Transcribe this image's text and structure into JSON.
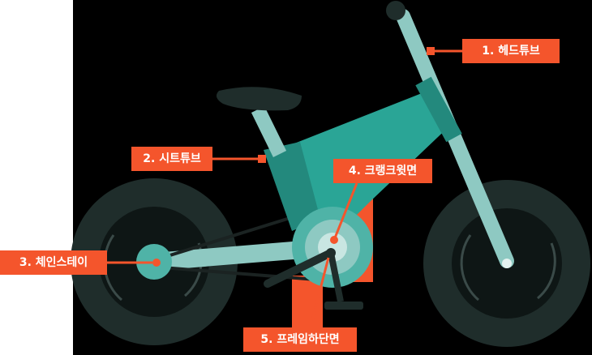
{
  "diagram": {
    "colors": {
      "background": "#000000",
      "tire": "#1f2d2b",
      "frame_dark": "#23897d",
      "frame_mid": "#2aa596",
      "frame_light": "#8ec9c2",
      "hub": "#4fb3a7",
      "callout": "#f4552c",
      "callout_text": "#ffffff"
    },
    "labels": {
      "head_tube": "1. 헤드튜브",
      "seat_tube": "2. 시트튜브",
      "chain_stay": "3. 체인스테이",
      "crank_top": "4. 크랭크윗면",
      "frame_bottom": "5. 프레임하단면"
    }
  }
}
